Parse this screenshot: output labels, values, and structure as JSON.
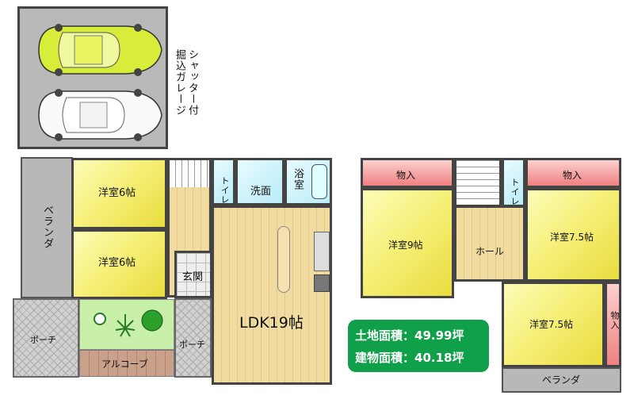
{
  "garage": {
    "label": "シャッター付\n掘込ガレージ"
  },
  "floor1": {
    "veranda": "ベランダ",
    "room_upper": "洋室6帖",
    "room_lower": "洋室6帖",
    "toilet": "トイレ",
    "washroom": "洗面",
    "bath": "浴室",
    "entrance": "玄関",
    "ldk": "LDK19帖",
    "porch_left": "ポーチ",
    "porch_center": "ポーチ",
    "alcove": "アルコーブ"
  },
  "floor2": {
    "closet_left": "物入",
    "closet_right": "物入",
    "closet_side": "物入",
    "room_9": "洋室9帖",
    "room_75_upper": "洋室7.5帖",
    "room_75_lower": "洋室7.5帖",
    "hall": "ホール",
    "toilet": "トイレ",
    "veranda": "ベランダ"
  },
  "areas": {
    "land": "土地面積：49.99坪",
    "building": "建物面積：40.18坪"
  },
  "colors": {
    "room_yellow": "#f6f07a",
    "closet_pink": "#f08080",
    "badge_green": "#11a04a",
    "car_lime": "#d8ec3a",
    "garden_green": "#c8f0a8"
  }
}
